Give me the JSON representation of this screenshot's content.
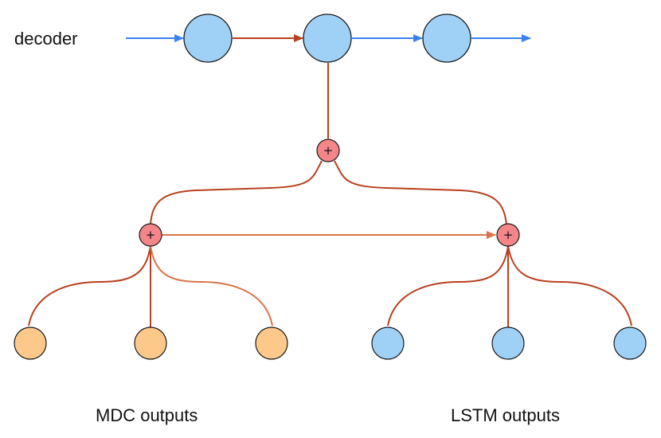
{
  "labels": {
    "decoder": "decoder",
    "mdc_outputs": "MDC outputs",
    "lstm_outputs": "LSTM outputs"
  },
  "plus_symbol": "+",
  "colors": {
    "decoder_node_fill": "#9fd1f7",
    "lstm_node_fill": "#9fd1f7",
    "mdc_node_fill": "#fcc98a",
    "plus_node_fill": "#f4868a",
    "node_stroke": "#1a1a1a",
    "blue_arrow": "#3b82f0",
    "red_connection": "#b8401e",
    "light_red_connection": "#d9744a"
  }
}
